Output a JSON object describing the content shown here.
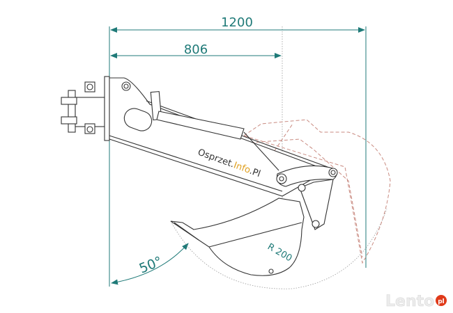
{
  "dimensions": {
    "total_reach": "1200",
    "pivot_reach": "806",
    "bucket_radius": "R 200",
    "rotation_angle": "50°"
  },
  "watermark": {
    "part1": "Osprzet.",
    "part2": "Info",
    "part3": ".Pl",
    "accent_color": "#e0a020"
  },
  "logo": {
    "text": "Lento",
    "badge": "pl",
    "badge_color": "#e03a1a"
  },
  "colors": {
    "dimension": "#1f7a78",
    "ghost_outline": "#c98a80"
  }
}
